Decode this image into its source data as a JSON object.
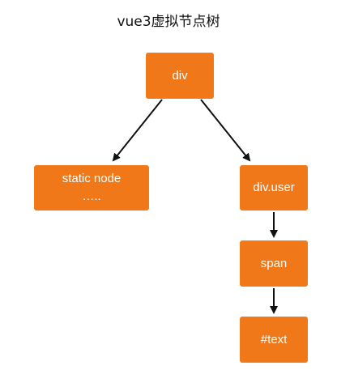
{
  "title": "vue3虚拟节点树",
  "nodes": {
    "root": {
      "label": "div"
    },
    "static": {
      "label": "static node",
      "sub": "….."
    },
    "user": {
      "label": "div.user"
    },
    "span": {
      "label": "span"
    },
    "text": {
      "label": "#text"
    }
  },
  "colors": {
    "node_fill": "#f07818",
    "node_text": "#ffffff",
    "arrow": "#111111"
  }
}
